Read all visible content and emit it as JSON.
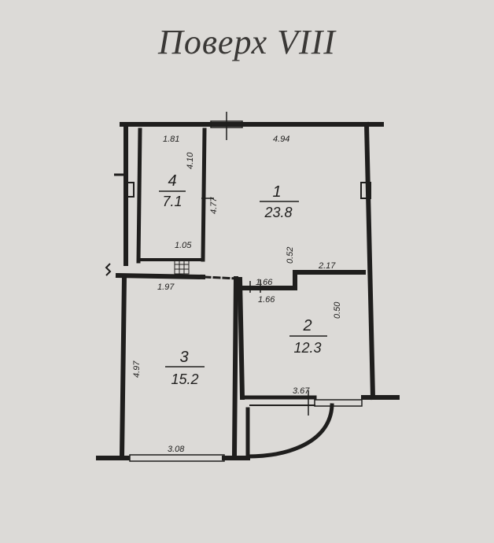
{
  "title": "Поверх VIII",
  "rooms": [
    {
      "number": "1",
      "area": "23.8"
    },
    {
      "number": "2",
      "area": "12.3"
    },
    {
      "number": "3",
      "area": "15.2"
    },
    {
      "number": "4",
      "area": "7.1"
    }
  ],
  "dimensions": {
    "d_181": "1.81",
    "d_494": "4.94",
    "d_410": "4.10",
    "d_477": "4.77",
    "d_105": "1.05",
    "d_052": "0.52",
    "d_217": "2.17",
    "d_166a": "1.66",
    "d_166b": "1.66",
    "d_197": "1.97",
    "d_050": "0.50",
    "d_497": "4.97",
    "d_367": "3.67",
    "d_308": "3.08"
  },
  "colors": {
    "background": "#dcdad7",
    "ink": "#1f1e1d"
  }
}
